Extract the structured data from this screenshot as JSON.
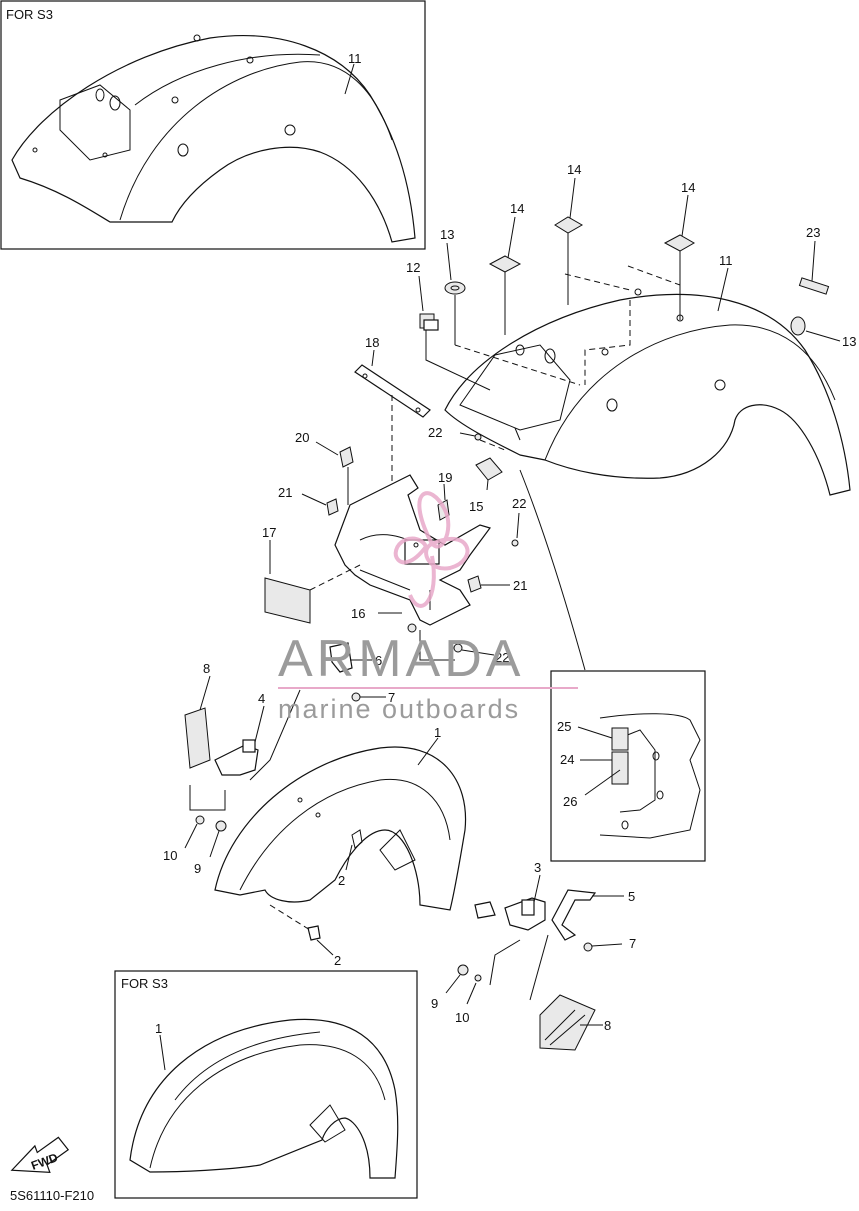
{
  "diagram": {
    "code": "5S61110-F210",
    "fwd_label": "FWD",
    "insets": [
      {
        "id": "rear",
        "label": "FOR S3",
        "callout": "11"
      },
      {
        "id": "front",
        "label": "FOR S3",
        "callout": "1"
      }
    ],
    "watermark": {
      "brand": "ARMADA",
      "tagline": "marine outboards",
      "color": "#e8a9c9"
    },
    "callouts": [
      {
        "id": "c1",
        "text": "1"
      },
      {
        "id": "c2a",
        "text": "2"
      },
      {
        "id": "c2b",
        "text": "2"
      },
      {
        "id": "c3",
        "text": "3"
      },
      {
        "id": "c4",
        "text": "4"
      },
      {
        "id": "c5",
        "text": "5"
      },
      {
        "id": "c6",
        "text": "6"
      },
      {
        "id": "c7a",
        "text": "7"
      },
      {
        "id": "c7b",
        "text": "7"
      },
      {
        "id": "c8a",
        "text": "8"
      },
      {
        "id": "c8b",
        "text": "8"
      },
      {
        "id": "c9a",
        "text": "9"
      },
      {
        "id": "c9b",
        "text": "9"
      },
      {
        "id": "c10a",
        "text": "10"
      },
      {
        "id": "c10b",
        "text": "10"
      },
      {
        "id": "c11",
        "text": "11"
      },
      {
        "id": "c12",
        "text": "12"
      },
      {
        "id": "c13a",
        "text": "13"
      },
      {
        "id": "c13b",
        "text": "13"
      },
      {
        "id": "c14a",
        "text": "14"
      },
      {
        "id": "c14b",
        "text": "14"
      },
      {
        "id": "c14c",
        "text": "14"
      },
      {
        "id": "c15",
        "text": "15"
      },
      {
        "id": "c16",
        "text": "16"
      },
      {
        "id": "c17",
        "text": "17"
      },
      {
        "id": "c18",
        "text": "18"
      },
      {
        "id": "c19",
        "text": "19"
      },
      {
        "id": "c20",
        "text": "20"
      },
      {
        "id": "c21a",
        "text": "21"
      },
      {
        "id": "c21b",
        "text": "21"
      },
      {
        "id": "c22a",
        "text": "22"
      },
      {
        "id": "c22b",
        "text": "22"
      },
      {
        "id": "c22c",
        "text": "22"
      },
      {
        "id": "c23",
        "text": "23"
      },
      {
        "id": "c24",
        "text": "24"
      },
      {
        "id": "c25",
        "text": "25"
      },
      {
        "id": "c26",
        "text": "26"
      }
    ]
  }
}
